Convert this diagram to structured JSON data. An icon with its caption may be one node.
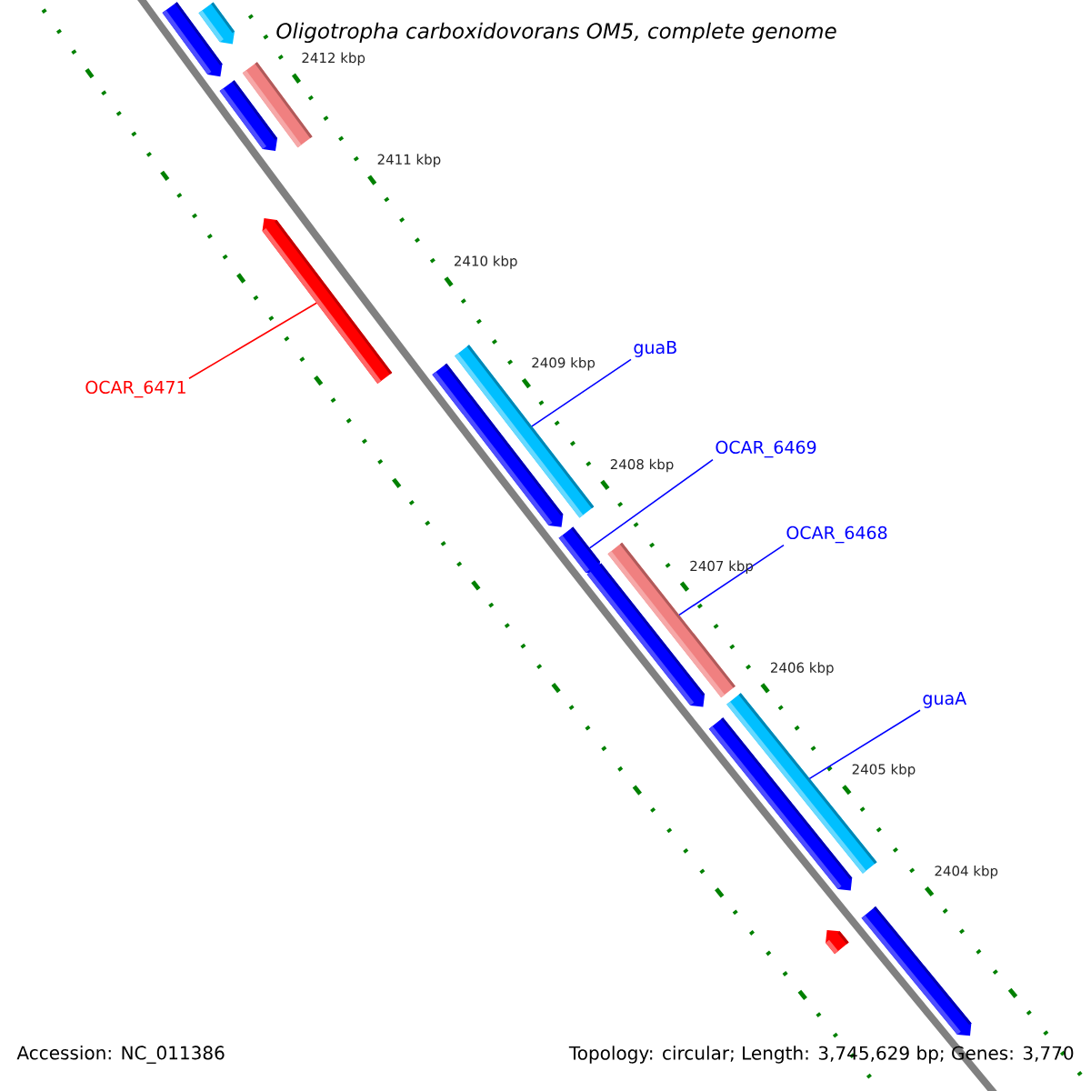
{
  "diagram": {
    "title": "Oligotropha carboxidovorans OM5, complete genome",
    "nodes": [
      {
        "text": [],
        "shape": "bar"
      },
      {
        "text": [],
        "shape": "bar"
      },
      {
        "text": [],
        "shape": "bar"
      },
      {
        "text": [],
        "shape": "bar"
      },
      {
        "text": [],
        "shape": "bar"
      },
      {
        "text": [
          "OCAR_6471"
        ]
      },
      {
        "text": [
          "guaB"
        ]
      },
      {
        "text": [],
        "shape": "bar"
      },
      {
        "text": [],
        "shape": "bar"
      },
      {
        "text": [
          "OCAR_6469"
        ]
      },
      {
        "text": [],
        "shape": "bar"
      },
      {
        "text": [
          "OCAR_6468"
        ]
      },
      {
        "text": [],
        "shape": "bar"
      },
      {
        "text": [],
        "shape": "bar"
      },
      {
        "text": [
          "guaA"
        ]
      },
      {
        "text": [],
        "shape": "bar"
      },
      {
        "text": [],
        "shape": "bar"
      },
      {
        "text": [],
        "shape": "bar"
      },
      {
        "text": [],
        "shape": "bar"
      }
    ],
    "edges": [
      {
        "from": 5,
        "to": 4,
        "arrow": "none",
        "color": "#ff0000"
      },
      {
        "from": 6,
        "to": 7,
        "arrow": "none"
      },
      {
        "from": 9,
        "to": 10,
        "arrow": "none"
      },
      {
        "from": 11,
        "to": 12,
        "arrow": "none"
      },
      {
        "from": 14,
        "to": 15,
        "arrow": "none"
      }
    ],
    "labels": [
      "2412 kbp",
      "2411 kbp",
      "2410 kbp",
      "2409 kbp",
      "2408 kbp",
      "2407 kbp",
      "2406 kbp",
      "2405 kbp",
      "2404 kbp",
      "Accession: NC_011386",
      "Topology: circular; Length: 3,745,629 bp; Genes: 3,770"
    ]
  }
}
